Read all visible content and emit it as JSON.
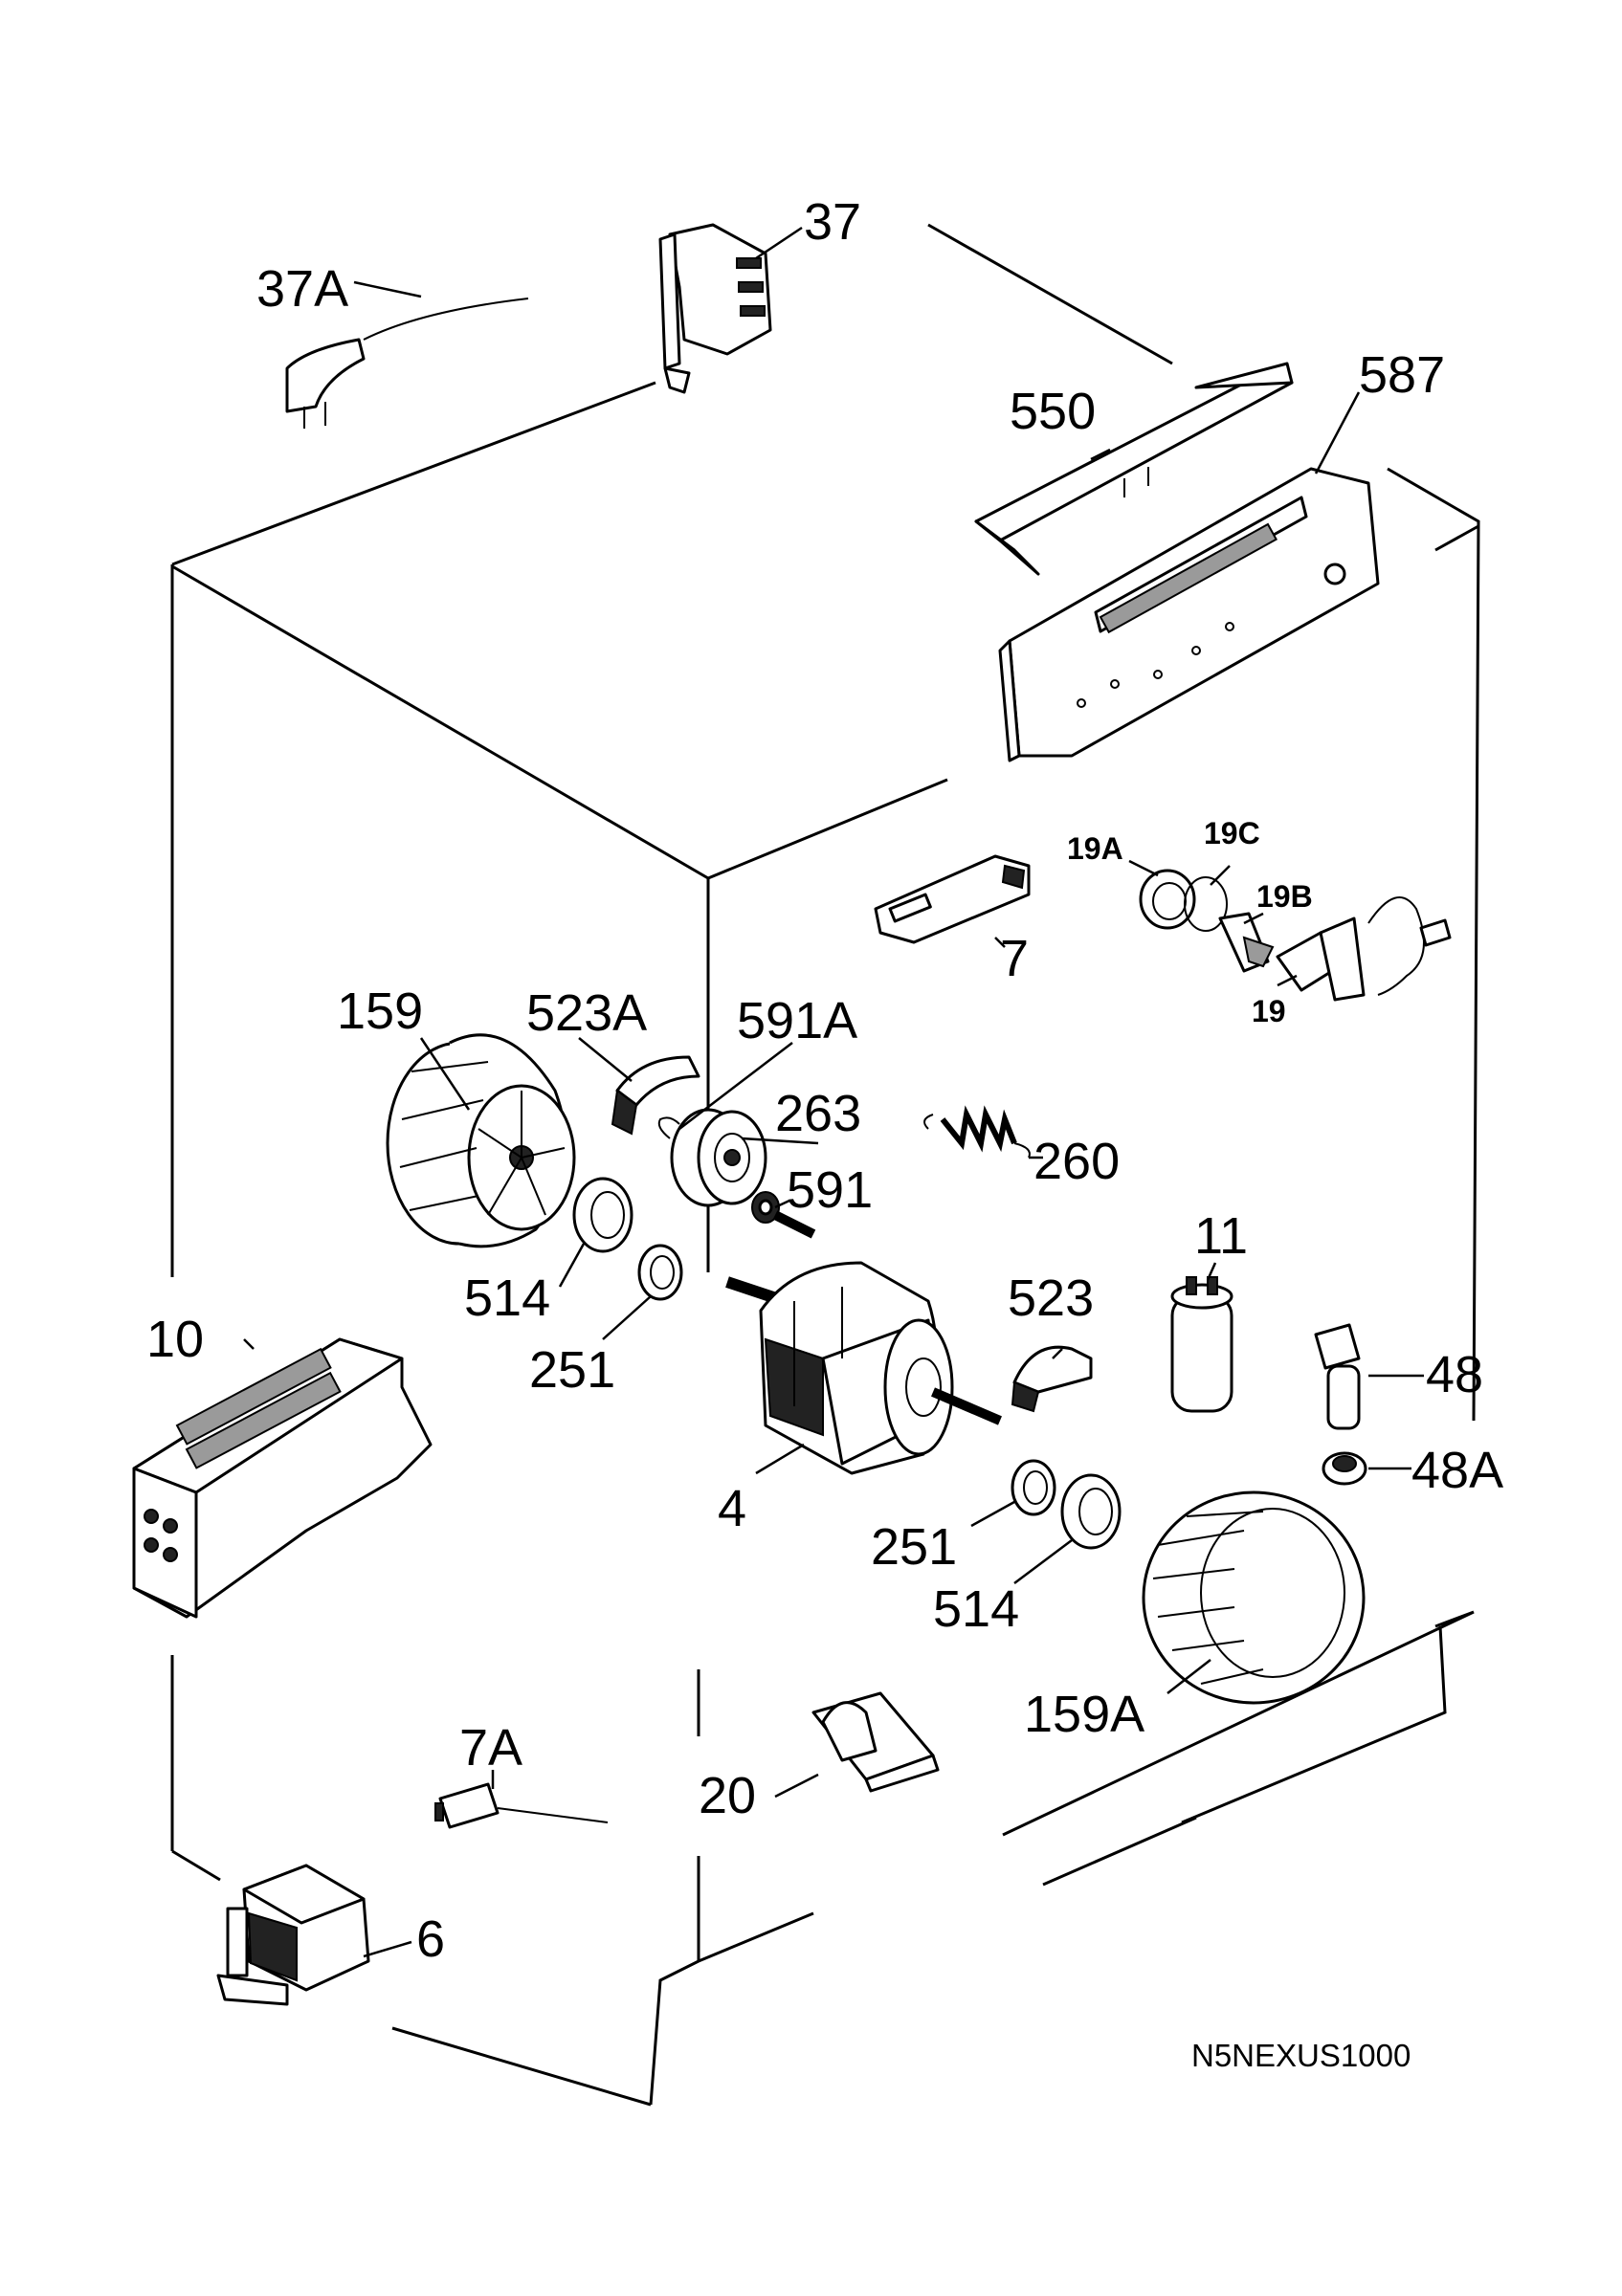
{
  "diagram_code": "N5NEXUS1000",
  "callouts": {
    "p37": "37",
    "p37A": "37A",
    "p550": "550",
    "p587": "587",
    "p7": "7",
    "p19A": "19A",
    "p19C": "19C",
    "p19B": "19B",
    "p19": "19",
    "p159": "159",
    "p523A": "523A",
    "p591A": "591A",
    "p263": "263",
    "p591": "591",
    "p260": "260",
    "p11": "11",
    "p514a": "514",
    "p251a": "251",
    "p523": "523",
    "p48": "48",
    "p48A": "48A",
    "p10": "10",
    "p4": "4",
    "p251b": "251",
    "p514b": "514",
    "p159A": "159A",
    "p7A": "7A",
    "p20": "20",
    "p6": "6"
  }
}
